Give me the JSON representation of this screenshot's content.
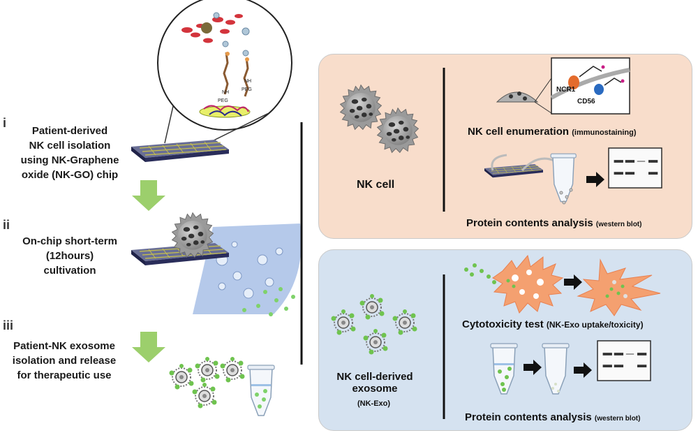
{
  "steps": [
    {
      "num": "i",
      "text": [
        "Patient-derived",
        "NK cell isolation",
        "using NK-Graphene",
        "oxide (NK-GO) chip"
      ]
    },
    {
      "num": "ii",
      "text": [
        "On-chip short-term",
        "(12hours)",
        "cultivation"
      ]
    },
    {
      "num": "iii",
      "text": [
        "Patient-NK exosome",
        "isolation and release",
        "for therapeutic use"
      ]
    }
  ],
  "zoom": {
    "linker_labels": [
      "NH",
      "PEG",
      "NH",
      "PEG"
    ]
  },
  "panel_top": {
    "subject": "NK cell",
    "inset_labels": [
      "NCR1",
      "CD56"
    ],
    "enumeration": {
      "main": "NK cell enumeration",
      "note": "(immunostaining)"
    },
    "protein": {
      "main": "Protein contents analysis",
      "note": "(western blot)"
    }
  },
  "panel_bottom": {
    "subject": [
      "NK cell-derived",
      "exosome"
    ],
    "subject_note": "(NK-Exo)",
    "cytotoxicity": {
      "main": "Cytotoxicity test",
      "note": "(NK-Exo uptake/toxicity)"
    },
    "protein": {
      "main": "Protein contents analysis",
      "note": "(western blot)"
    }
  },
  "colors": {
    "panel_top_bg": "#f8ddcb",
    "panel_bottom_bg": "#d5e2f0",
    "arrow_green": "#9ccf6c",
    "chip_dark": "#2a2d5a",
    "cell_gray": "#8e8e8e",
    "exosome_green": "#6fc34f",
    "target_cell_orange": "#f4a070"
  },
  "icons": [
    "nk-cell-icon",
    "chip-icon",
    "exosome-icon",
    "tube-icon",
    "blot-icon",
    "arrow-icon"
  ]
}
